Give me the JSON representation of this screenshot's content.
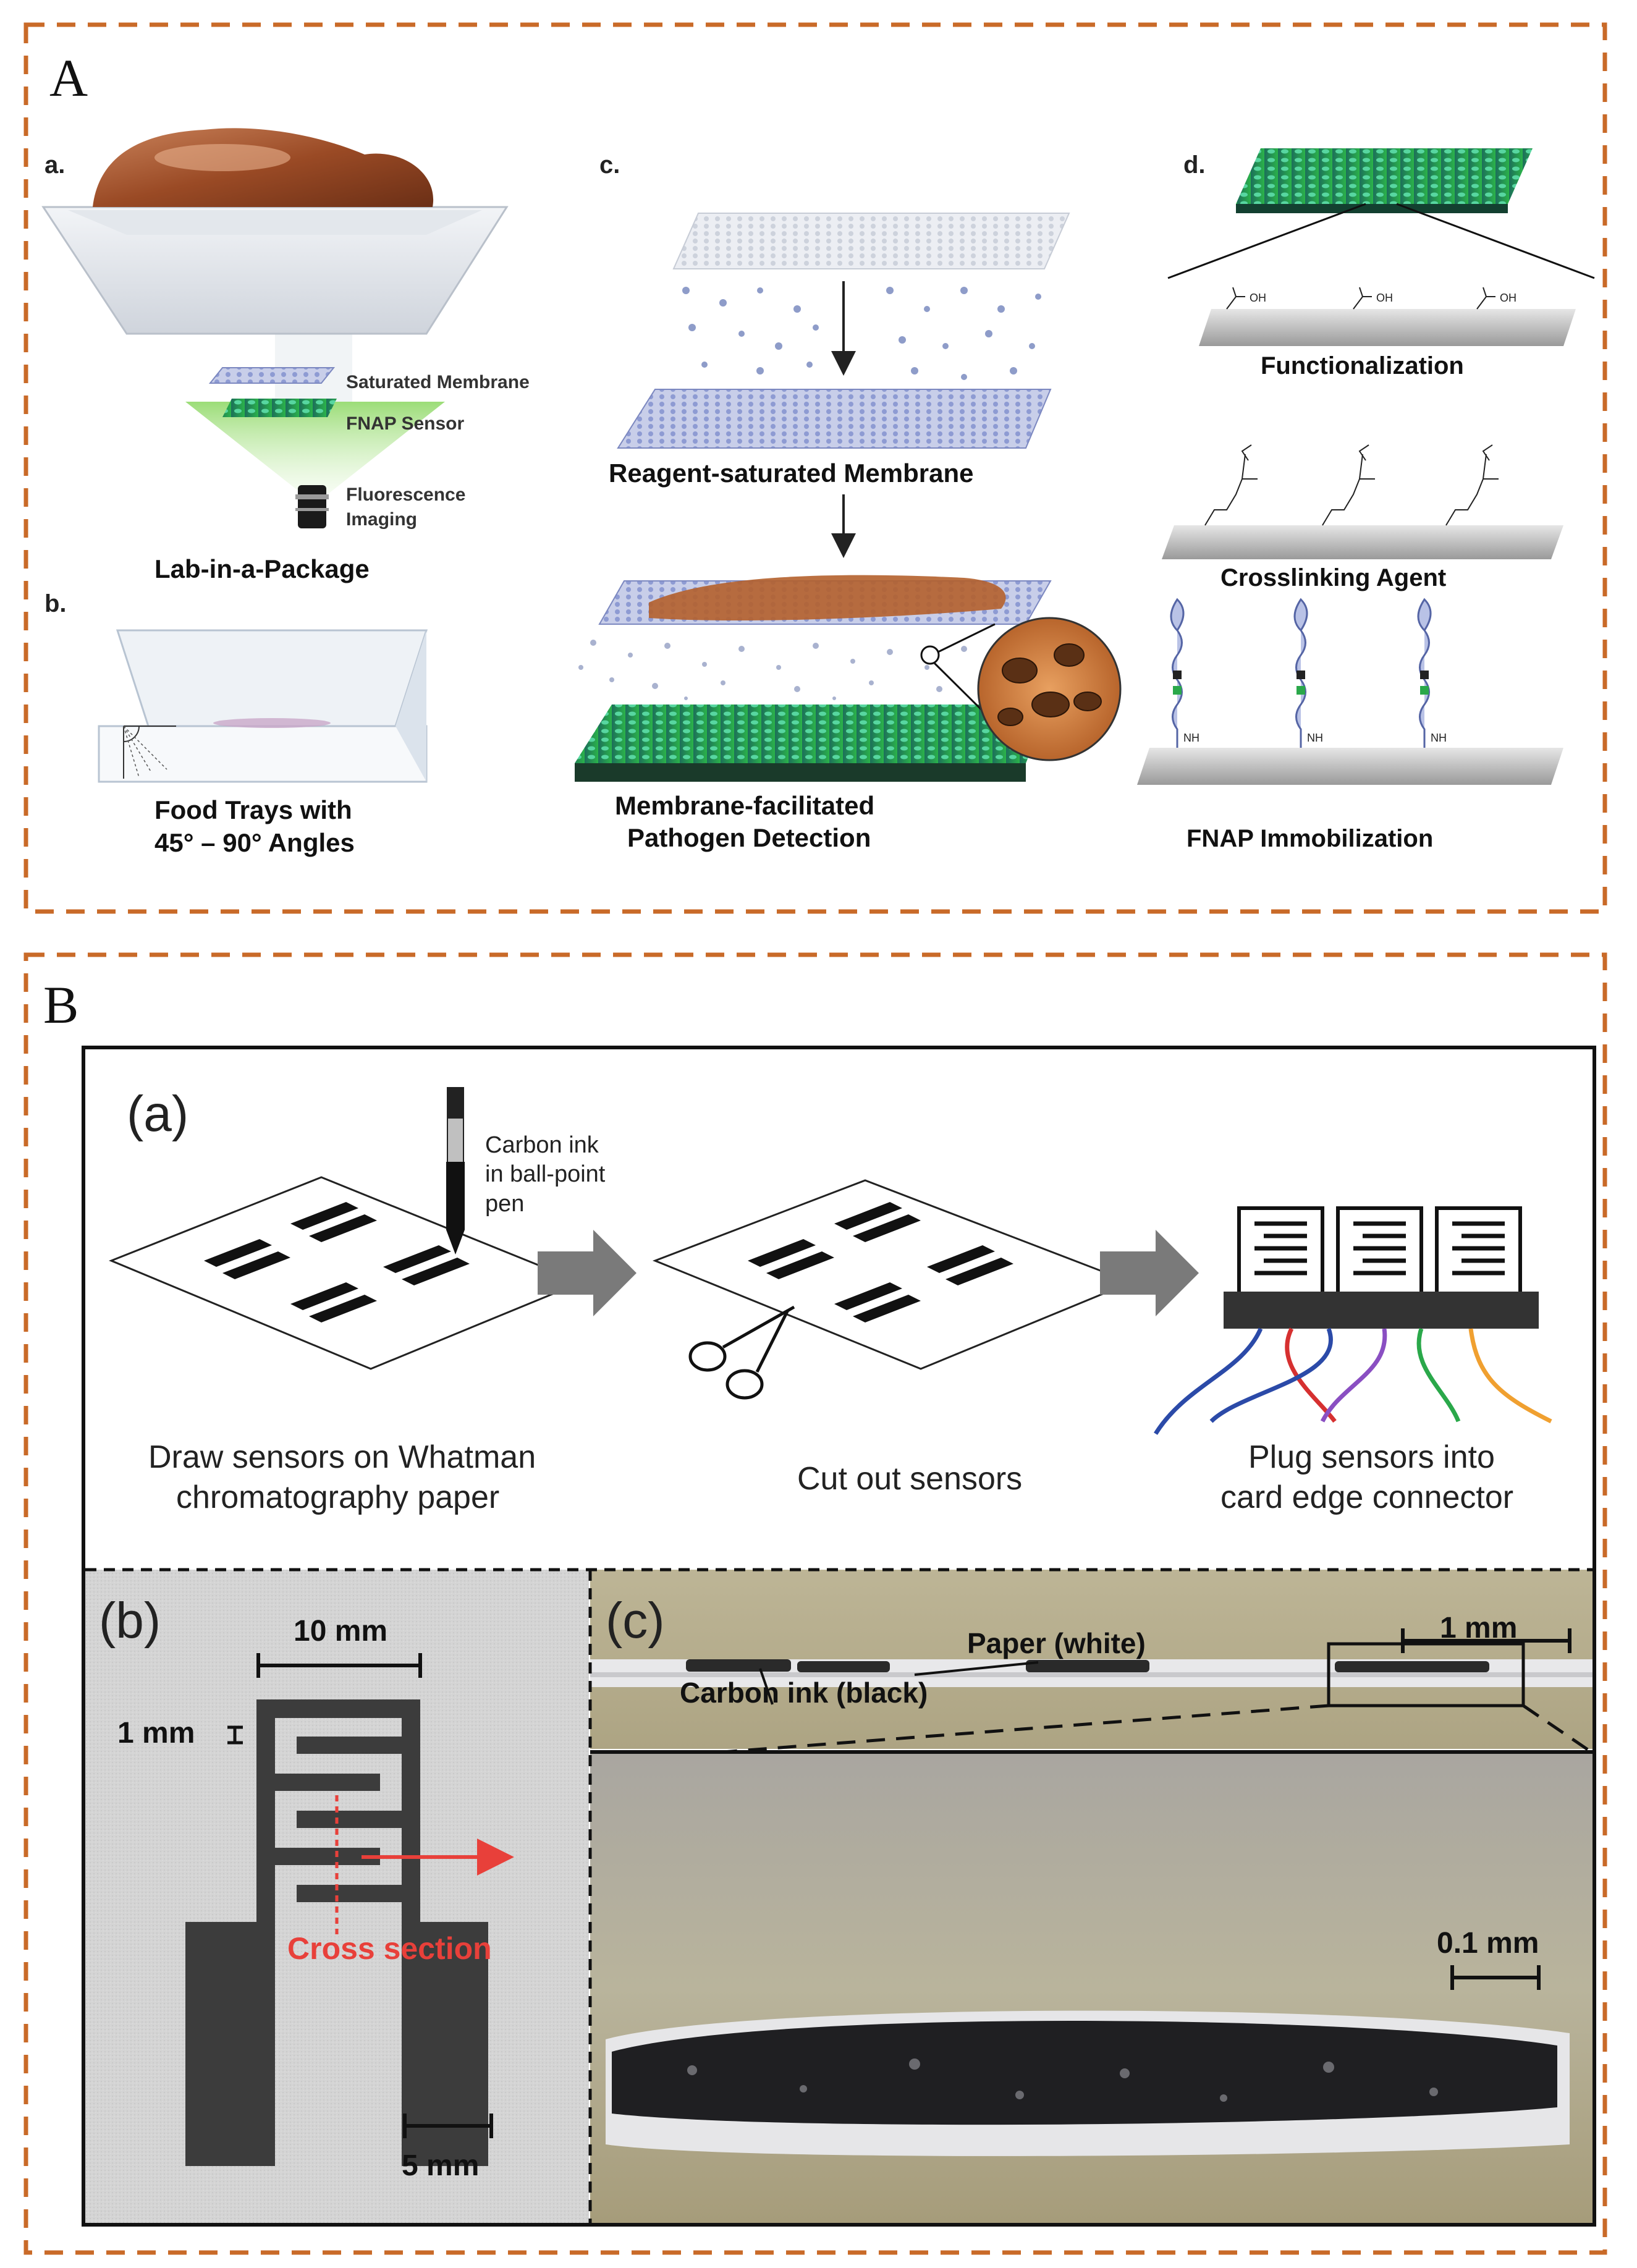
{
  "panel_A": {
    "letter": "A",
    "a": {
      "label": "a.",
      "saturated_membrane": "Saturated Membrane",
      "fnap_sensor": "FNAP Sensor",
      "fluorescence_line1": "Fluorescence",
      "fluorescence_line2": "Imaging",
      "caption": "Lab-in-a-Package"
    },
    "b": {
      "label": "b.",
      "caption_line1": "Food Trays with",
      "caption_line2": "45° – 90° Angles"
    },
    "c": {
      "label": "c.",
      "membrane_caption": "Reagent-saturated Membrane",
      "detection_line1": "Membrane-facilitated",
      "detection_line2": "Pathogen Detection"
    },
    "d": {
      "label": "d.",
      "oh": "OH",
      "functionalization": "Functionalization",
      "crosslinking": "Crosslinking Agent",
      "immobilization": "FNAP Immobilization",
      "nh": "NH"
    }
  },
  "panel_B": {
    "letter": "B",
    "a": {
      "label": "(a)",
      "pen_line1": "Carbon ink",
      "pen_line2": "in ball-point",
      "pen_line3": "pen",
      "step1_line1": "Draw sensors on Whatman",
      "step1_line2": "chromatography paper",
      "step2": "Cut out sensors",
      "step3_line1": "Plug sensors into",
      "step3_line2": "card edge connector"
    },
    "b": {
      "label": "(b)",
      "scale_10mm": "10 mm",
      "scale_1mm": "1 mm",
      "cross_section": "Cross section",
      "scale_5mm": "5 mm"
    },
    "c": {
      "label": "(c)",
      "paper_white": "Paper (white)",
      "carbon_black": "Carbon ink (black)",
      "scale_1mm": "1 mm",
      "scale_01mm": "0.1 mm"
    }
  },
  "colors": {
    "dashed_border": "#c96a28",
    "sensor_green": "#1f9c6e",
    "membrane_blue": "#9aa6d8",
    "arrow_gray": "#7a7a7a",
    "cross_section_red": "#e8403a",
    "photo_khaki": "#b9b091"
  }
}
